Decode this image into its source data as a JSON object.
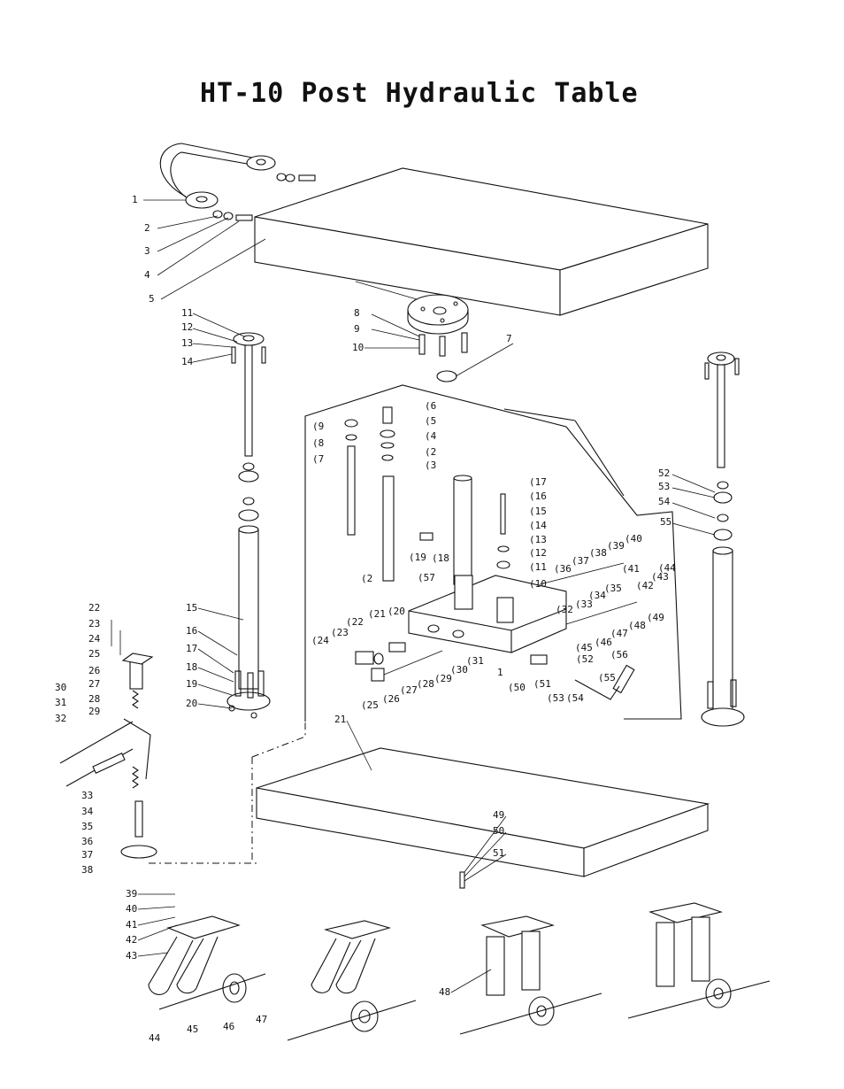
{
  "title": "HT-10 Post Hydraulic Table",
  "callouts": {
    "top": [
      "1",
      "2",
      "3",
      "4",
      "5",
      "8",
      "9",
      "10",
      "7",
      "11",
      "12",
      "13",
      "14"
    ],
    "pump_left": [
      "(9",
      "(8",
      "(7",
      "(6",
      "(5",
      "(4",
      "(2",
      "(3",
      "(19",
      "(18",
      "(2"
    ],
    "pump_mid": [
      "(17",
      "(16",
      "(15",
      "(14",
      "(13",
      "(12",
      "(11",
      "(10",
      "(57"
    ],
    "pump_valve": [
      "(24",
      "(23",
      "(22",
      "(21",
      "(20",
      "(25",
      "(26",
      "(27",
      "(28",
      "(29",
      "(30",
      "(31",
      "1"
    ],
    "pump_right": [
      "(32",
      "(33",
      "(34",
      "(35",
      "(36",
      "(37",
      "(38",
      "(39",
      "(40",
      "(41",
      "(42",
      "(43",
      "(44",
      "(45",
      "(46",
      "(47",
      "(48",
      "(49",
      "(52",
      "(50",
      "(51",
      "(53",
      "(54",
      "(55",
      "(56"
    ],
    "right_post": [
      "52",
      "53",
      "54",
      "55"
    ],
    "left_post": [
      "15",
      "16",
      "17",
      "18",
      "19",
      "20"
    ],
    "pedal": [
      "22",
      "23",
      "24",
      "25",
      "26",
      "27",
      "28",
      "29",
      "30",
      "31",
      "32",
      "33",
      "34",
      "35",
      "36",
      "37",
      "38"
    ],
    "lower": [
      "21",
      "49",
      "50",
      "51"
    ],
    "casters": [
      "39",
      "40",
      "41",
      "42",
      "43",
      "44",
      "45",
      "46",
      "47",
      "48"
    ]
  }
}
